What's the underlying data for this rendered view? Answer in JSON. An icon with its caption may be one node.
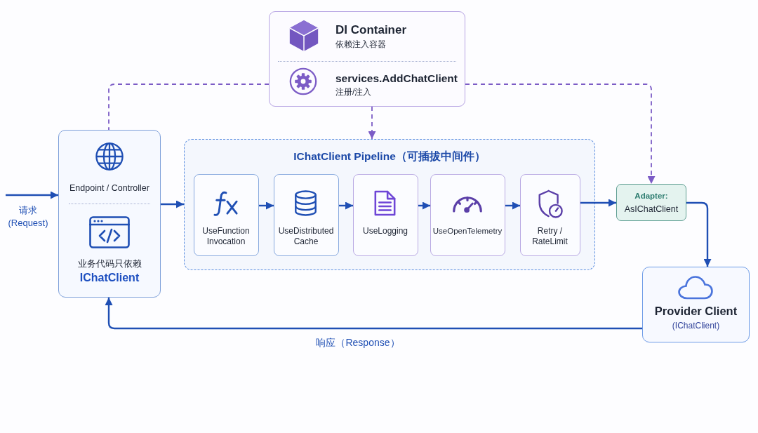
{
  "diagram": {
    "nodes": [
      {
        "text": [
          "DI Container",
          "依赖注入容器",
          "services.AddChatClient",
          "注册/注入"
        ]
      },
      {
        "text": [
          "Endpoint / Controller",
          "业务代码只依赖",
          "IChatClient"
        ]
      },
      {
        "text": [
          "IChatClient Pipeline（可插拔中间件）"
        ]
      },
      {
        "text": [
          "UseFunction Invocation"
        ],
        "in": 2
      },
      {
        "text": [
          "UseDistributed Cache"
        ],
        "in": 2
      },
      {
        "text": [
          "UseLogging"
        ],
        "in": 2
      },
      {
        "text": [
          "UseOpenTelemetry"
        ],
        "in": 2
      },
      {
        "text": [
          "Retry / RateLimit"
        ],
        "in": 2
      },
      {
        "text": [
          "Adapter:",
          "AsIChatClient"
        ]
      },
      {
        "text": [
          "Provider Client",
          "(IChatClient)"
        ]
      }
    ],
    "edges": [
      {
        "from": null,
        "to": 1,
        "arrow": "to",
        "label": "请求 (Request)"
      },
      {
        "from": 1,
        "to": 2,
        "arrow": "to"
      },
      {
        "from": 3,
        "to": 4,
        "arrow": "to"
      },
      {
        "from": 4,
        "to": 5,
        "arrow": "to"
      },
      {
        "from": 5,
        "to": 6,
        "arrow": "to"
      },
      {
        "from": 6,
        "to": 7,
        "arrow": "to"
      },
      {
        "from": 7,
        "to": 8,
        "arrow": "to"
      },
      {
        "from": 8,
        "to": 9,
        "arrow": "to"
      },
      {
        "from": 9,
        "to": 1,
        "arrow": "to",
        "label": "响应（Response）"
      },
      {
        "from": 0,
        "to": 1,
        "arrow": "none",
        "style": "dashed",
        "color": "#7c5cc6"
      },
      {
        "from": 0,
        "to": 2,
        "arrow": "to",
        "style": "dashed",
        "color": "#7c5cc6"
      },
      {
        "from": 0,
        "to": 8,
        "arrow": "to",
        "style": "dashed",
        "color": "#7c5cc6"
      }
    ]
  }
}
